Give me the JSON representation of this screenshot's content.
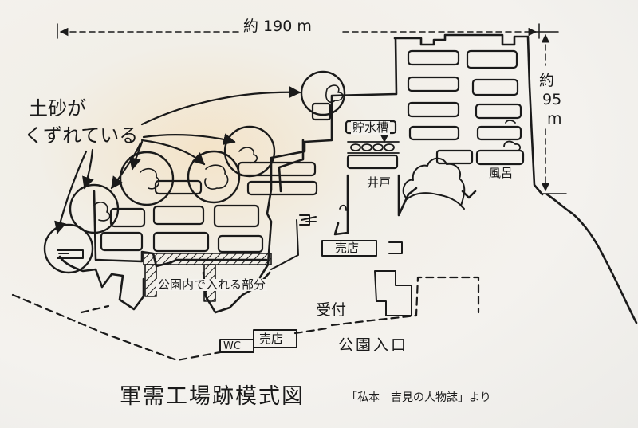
{
  "dimensions": {
    "width": "約 190 m",
    "height_prefix": "約",
    "height_value": "95",
    "height_unit": "m"
  },
  "annotation": {
    "line1": "土砂が",
    "line2": "くずれている"
  },
  "labels": {
    "water_tank": "貯水槽",
    "well": "井戸",
    "bath": "風呂",
    "shop_upper": "売店",
    "park_area": "公園内で入れる部分",
    "reception": "受付",
    "wc": "WC",
    "shop_lower": "売店",
    "park_entrance": "公園入口"
  },
  "title": "軍需工場跡模式図",
  "source": "「私本　吉見の人物誌」より"
}
